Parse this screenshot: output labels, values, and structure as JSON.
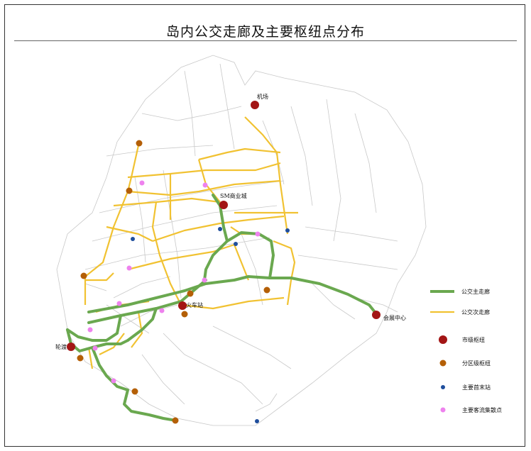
{
  "title": "岛内公交走廊及主要枢纽点分布",
  "colors": {
    "main_corridor": "#6aa84f",
    "secondary_corridor": "#f1c232",
    "city_hub": "#a31515",
    "district_hub": "#b45f06",
    "terminal": "#1f4e9c",
    "gathering": "#ee82ee",
    "road": "#c8c8c8"
  },
  "places": {
    "airport": "机场",
    "sm_mall": "SM商业城",
    "train_station": "火车站",
    "ferry": "轮渡",
    "exhibition_center": "会展中心"
  },
  "legend": [
    {
      "key": "main_corridor",
      "label": "公交主走廊",
      "symbol": "line-green"
    },
    {
      "key": "secondary_corridor",
      "label": "公交次走廊",
      "symbol": "line-yellow"
    },
    {
      "key": "city_hub",
      "label": "市级枢纽",
      "symbol": "dot-red"
    },
    {
      "key": "district_hub",
      "label": "分区级枢纽",
      "symbol": "dot-brown"
    },
    {
      "key": "terminal",
      "label": "主要首末站",
      "symbol": "dot-blue"
    },
    {
      "key": "gathering",
      "label": "主要客流集散点",
      "symbol": "dot-pink"
    }
  ]
}
